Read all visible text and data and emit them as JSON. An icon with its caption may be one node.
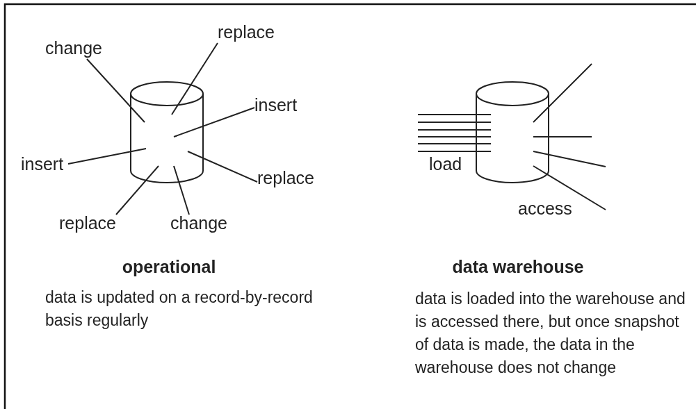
{
  "diagram": {
    "nodes": [
      {
        "text": [],
        "shape": "cylinder",
        "beside": [
          "operational",
          "data is updated on a record-by-record basis regularly"
        ]
      },
      {
        "text": [
          "replace"
        ]
      },
      {
        "text": [
          "change"
        ]
      },
      {
        "text": [
          "insert"
        ]
      },
      {
        "text": [
          "insert"
        ]
      },
      {
        "text": [
          "replace"
        ]
      },
      {
        "text": [
          "replace"
        ]
      },
      {
        "text": [
          "change"
        ]
      },
      {
        "text": [],
        "shape": "cylinder",
        "beside": [
          "data warehouse",
          "data is loaded into the warehouse and is accessed there, but once snapshot of data is made, the data in the warehouse does not change"
        ]
      }
    ],
    "edges": [
      {
        "from": 1,
        "to": 0,
        "arrow": "none"
      },
      {
        "from": 2,
        "to": 0,
        "arrow": "none"
      },
      {
        "from": 3,
        "to": 0,
        "arrow": "none"
      },
      {
        "from": 4,
        "to": 0,
        "arrow": "none"
      },
      {
        "from": 5,
        "to": 0,
        "arrow": "none"
      },
      {
        "from": 6,
        "to": 0,
        "arrow": "none"
      },
      {
        "from": 7,
        "to": 0,
        "arrow": "none"
      },
      {
        "from": null,
        "to": 8,
        "arrow": "none"
      },
      {
        "from": null,
        "to": 8,
        "arrow": "none"
      },
      {
        "from": null,
        "to": 8,
        "arrow": "none"
      },
      {
        "from": null,
        "to": 8,
        "arrow": "none"
      },
      {
        "from": null,
        "to": 8,
        "arrow": "none"
      },
      {
        "from": null,
        "to": 8,
        "arrow": "none"
      },
      {
        "from": 8,
        "to": null,
        "arrow": "none"
      },
      {
        "from": 8,
        "to": null,
        "arrow": "none"
      },
      {
        "from": 8,
        "to": null,
        "arrow": "none"
      },
      {
        "from": 8,
        "to": null,
        "arrow": "none"
      }
    ],
    "labels": [
      "load",
      "access"
    ]
  }
}
